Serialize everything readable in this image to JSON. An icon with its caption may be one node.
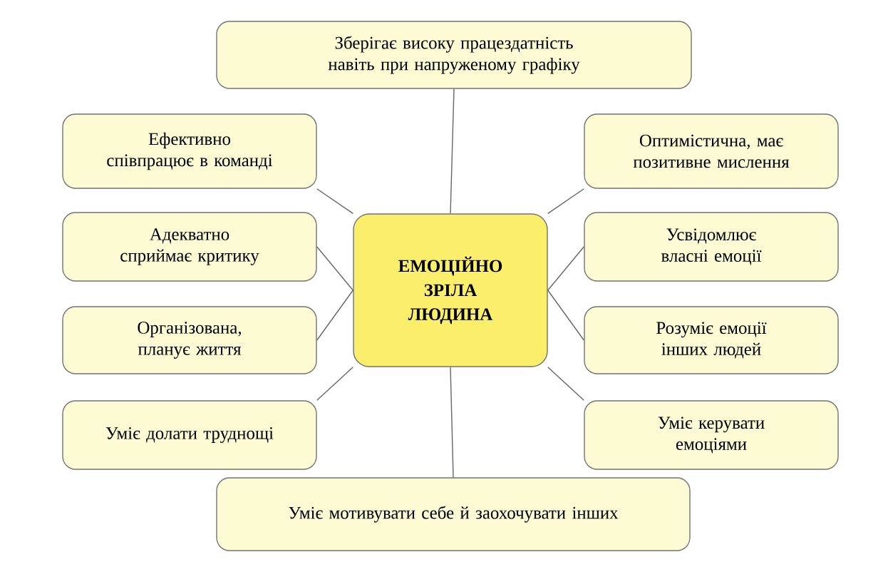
{
  "diagram": {
    "nodes": [
      {
        "text": [
          "Зберігає високу працездатність навіть при напруженому графіку"
        ]
      },
      {
        "text": [
          "Ефективно співпрацює в команді"
        ]
      },
      {
        "text": [
          "Оптимістична, має позитивне мислення"
        ]
      },
      {
        "text": [
          "Адекватно сприймає критику"
        ]
      },
      {
        "text": [
          "Усвідомлює власні емоції"
        ]
      },
      {
        "text": [
          "ЕМОЦІЙНО ЗРІЛА ЛЮДИНА"
        ]
      },
      {
        "text": [
          "Організована, планує життя"
        ]
      },
      {
        "text": [
          "Розуміє емоції інших людей"
        ]
      },
      {
        "text": [
          "Уміє долати труднощі"
        ]
      },
      {
        "text": [
          "Уміє керувати емоціями"
        ]
      },
      {
        "text": [
          "Уміє мотивувати себе й заохочувати інших"
        ]
      }
    ],
    "edges": [
      {
        "from": 5,
        "to": 0,
        "arrow": "none"
      },
      {
        "from": 5,
        "to": 1,
        "arrow": "none"
      },
      {
        "from": 5,
        "to": 2,
        "arrow": "none"
      },
      {
        "from": 5,
        "to": 3,
        "arrow": "none"
      },
      {
        "from": 5,
        "to": 4,
        "arrow": "none"
      },
      {
        "from": 5,
        "to": 6,
        "arrow": "none"
      },
      {
        "from": 5,
        "to": 7,
        "arrow": "none"
      },
      {
        "from": 5,
        "to": 8,
        "arrow": "none"
      },
      {
        "from": 5,
        "to": 9,
        "arrow": "none"
      },
      {
        "from": 5,
        "to": 10,
        "arrow": "none"
      }
    ]
  }
}
